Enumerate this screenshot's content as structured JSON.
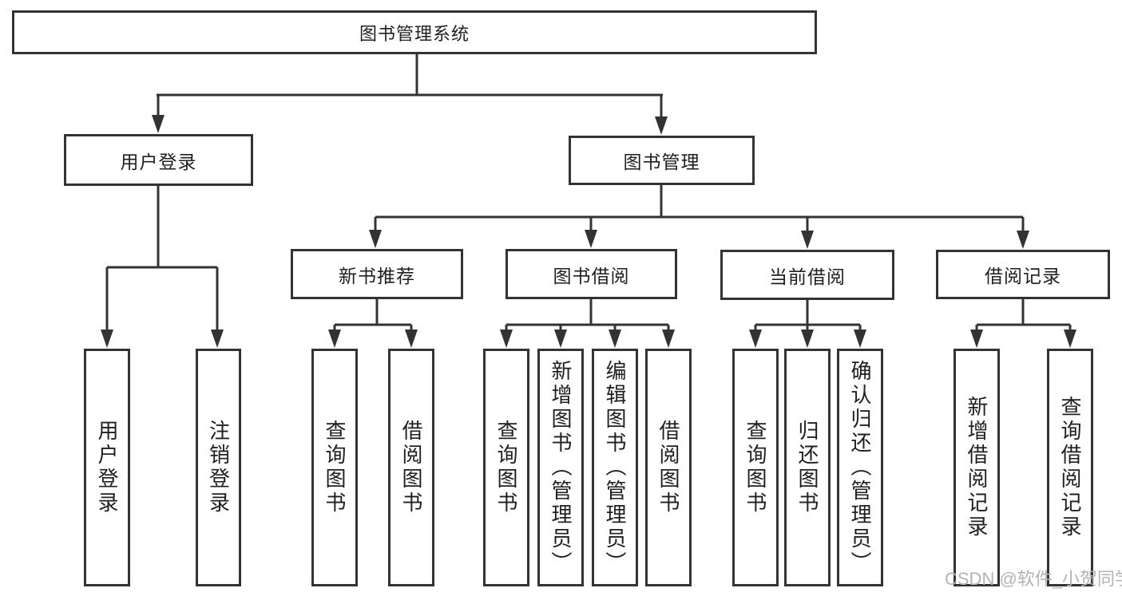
{
  "diagram_title": "图书管理系统",
  "nodes": {
    "root": {
      "label": "图书管理系统"
    },
    "user_login": {
      "label": "用户登录"
    },
    "book_mgmt": {
      "label": "图书管理"
    },
    "new_books": {
      "label": "新书推荐"
    },
    "book_borrow": {
      "label": "图书借阅"
    },
    "current_borrow": {
      "label": "当前借阅"
    },
    "borrow_records": {
      "label": "借阅记录"
    },
    "leaf_user_login": {
      "label": "用户登录"
    },
    "leaf_logout": {
      "label": "注销登录"
    },
    "leaf_nb_query": {
      "label": "查询图书"
    },
    "leaf_nb_borrow": {
      "label": "借阅图书"
    },
    "leaf_bb_query": {
      "label": "查询图书"
    },
    "leaf_bb_add": {
      "label": "新增图书（管理员）"
    },
    "leaf_bb_edit": {
      "label": "编辑图书（管理员）"
    },
    "leaf_bb_borrow": {
      "label": "借阅图书"
    },
    "leaf_cb_query": {
      "label": "查询图书"
    },
    "leaf_cb_return": {
      "label": "归还图书"
    },
    "leaf_cb_confirm": {
      "label": "确认归还（管理员）"
    },
    "leaf_br_add": {
      "label": "新增借阅记录"
    },
    "leaf_br_query": {
      "label": "查询借阅记录"
    }
  },
  "hierarchy": {
    "图书管理系统": {
      "用户登录": [
        "用户登录",
        "注销登录"
      ],
      "图书管理": {
        "新书推荐": [
          "查询图书",
          "借阅图书"
        ],
        "图书借阅": [
          "查询图书",
          "新增图书（管理员）",
          "编辑图书（管理员）",
          "借阅图书"
        ],
        "当前借阅": [
          "查询图书",
          "归还图书",
          "确认归还（管理员）"
        ],
        "借阅记录": [
          "新增借阅记录",
          "查询借阅记录"
        ]
      }
    }
  },
  "watermark": "CSDN @软件_小贺同学",
  "colors": {
    "line": "#333333",
    "box_border": "#333333",
    "text": "#1f1f1f",
    "watermark": "#b3b3b3",
    "background": "#ffffff"
  }
}
